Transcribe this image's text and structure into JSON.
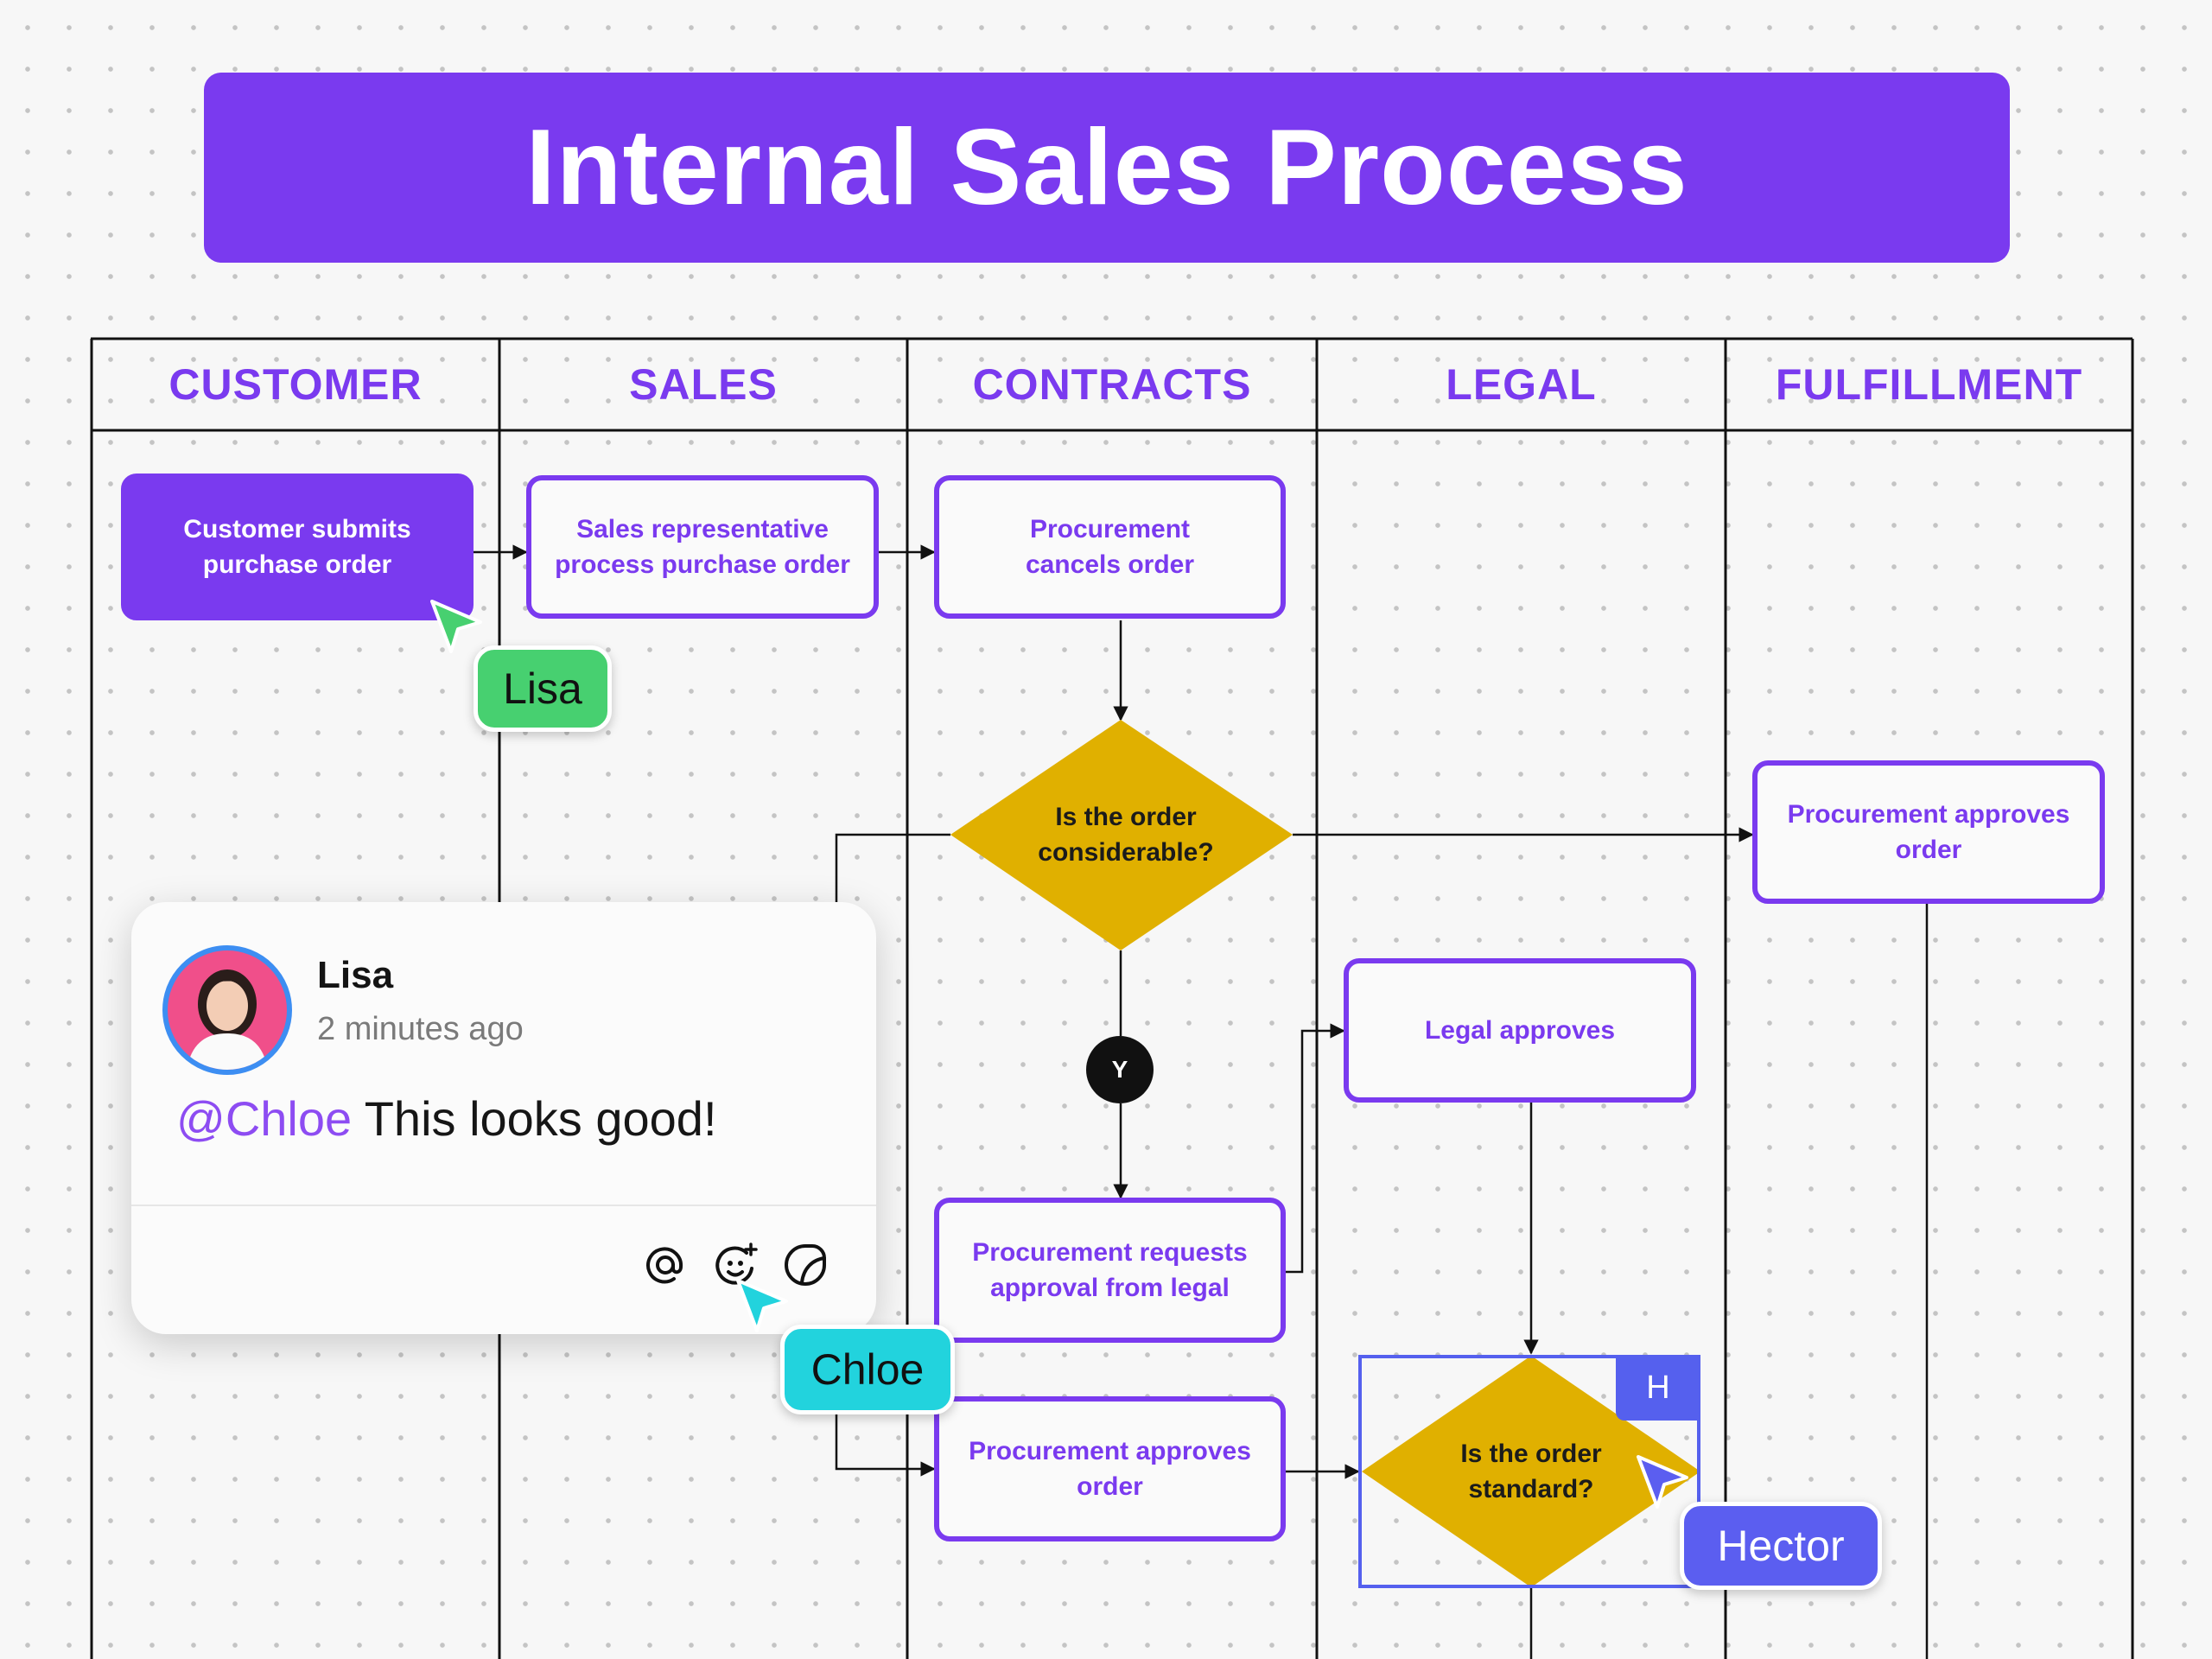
{
  "title": "Internal Sales Process",
  "lanes": [
    "CUSTOMER",
    "SALES",
    "CONTRACTS",
    "LEGAL",
    "FULFILLMENT"
  ],
  "nodes": {
    "customer_submits": "Customer submits\npurchase order",
    "sales_rep_process": "Sales representative\nprocess purchase order",
    "procurement_cancels": "Procurement\ncancels order",
    "is_considerable": "Is the order\nconsiderable?",
    "procurement_approves_fulfillment": "Procurement approves\norder",
    "legal_approves": "Legal approves",
    "procurement_requests_legal": "Procurement requests\napproval from legal",
    "procurement_approves_contracts": "Procurement approves\norder",
    "is_standard": "Is the order\nstandard?"
  },
  "branch_label": "Y",
  "selection_badge": "H",
  "collaborators": [
    "Lisa",
    "Chloe",
    "Hector"
  ],
  "comment": {
    "author": "Lisa",
    "time": "2 minutes ago",
    "mention": "@Chloe",
    "text": " This looks good!",
    "actions": [
      "mention-icon",
      "add-reaction-icon",
      "sticker-icon"
    ]
  },
  "colors": {
    "brand_purple": "#7a3aef",
    "decision_yellow": "#e0b000",
    "lisa_green": "#47d070",
    "chloe_cyan": "#22d3dd",
    "hector_blue": "#5b5ef0"
  }
}
